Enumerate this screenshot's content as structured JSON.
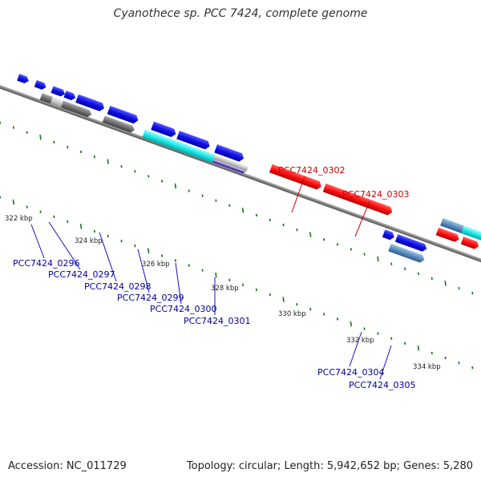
{
  "title": "Cyanothece sp. PCC 7424, complete genome",
  "footer": {
    "accession": "Accession: NC_011729",
    "summary": "Topology: circular; Length: 5,942,652 bp; Genes: 5,280"
  },
  "colors": {
    "backbone": "#888888",
    "tick": "#1a7a1a",
    "forward_gene": "#1010e0",
    "reverse_gene": "#ff1010",
    "forward_label": "#00009a",
    "reverse_label": "#cc0000"
  },
  "kbp_ticks": [
    "322 kbp",
    "324 kbp",
    "326 kbp",
    "328 kbp",
    "330 kbp",
    "332 kbp",
    "334 kbp"
  ],
  "gene_labels": {
    "g0296": "PCC7424_0296",
    "g0297": "PCC7424_0297",
    "g0298": "PCC7424_0298",
    "g0299": "PCC7424_0299",
    "g0300": "PCC7424_0300",
    "g0301": "PCC7424_0301",
    "g0302": "PCC7424_0302",
    "g0303": "PCC7424_0303",
    "g0304": "PCC7424_0304",
    "g0305": "PCC7424_0305"
  }
}
